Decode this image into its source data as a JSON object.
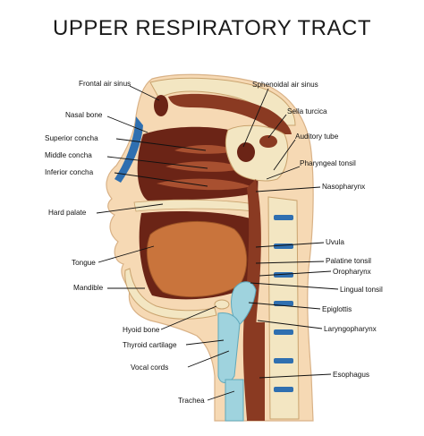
{
  "title": "UPPER  RESPIRATORY  TRACT",
  "labels_left": {
    "frontal_air_sinus": "Frontal air sinus",
    "nasal_bone": "Nasal bone",
    "superior_concha": "Superior concha",
    "middle_concha": "Middle concha",
    "inferior_concha": "Inferior concha",
    "hard_palate": "Hard palate",
    "tongue": "Tongue",
    "mandible": "Mandible",
    "hyoid_bone": "Hyoid bone",
    "thyroid_cartilage": "Thyroid cartilage",
    "vocal_cords": "Vocal cords",
    "trachea": "Trachea"
  },
  "labels_right": {
    "sphenoidal_air_sinus": "Sphenoidal air sinus",
    "sella_turcica": "Sella turcica",
    "auditory_tube": "Auditory tube",
    "pharyngeal_tonsil": "Pharyngeal tonsil",
    "nasopharynx": "Nasopharynx",
    "uvula": "Uvula",
    "palatine_tonsil": "Palatine tonsil",
    "oropharynx": "Oropharynx",
    "lingual_tonsil": "Lingual tonsil",
    "epiglottis": "Epiglottis",
    "laryngopharynx": "Laryngopharynx",
    "esophagus": "Esophagus"
  },
  "colors": {
    "skin": "#f6d9b4",
    "bone": "#f3e6c2",
    "cavity": "#6b2416",
    "tissue": "#8a3a22",
    "tongue": "#c9743c",
    "airway": "#2f6fb0",
    "cartilage": "#9fd3de",
    "mucosa": "#e3b98a"
  }
}
